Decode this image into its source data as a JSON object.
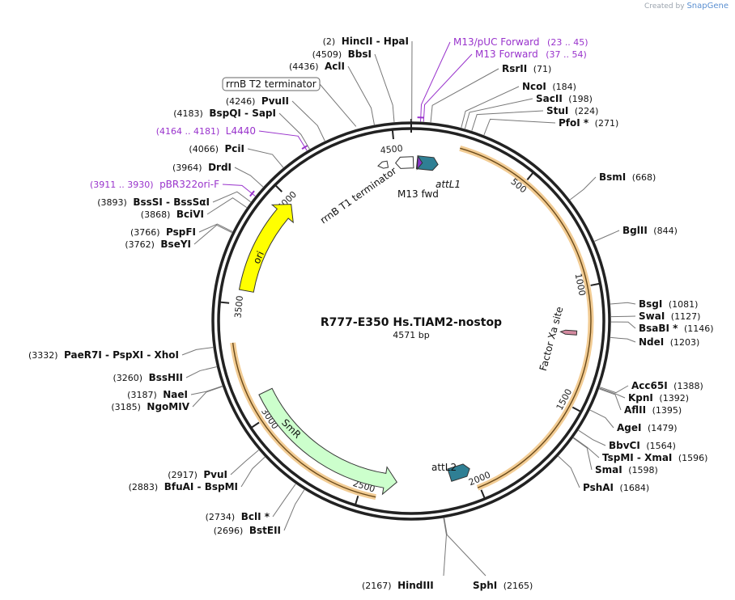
{
  "credit": {
    "prefix": "Created by",
    "brand": "SnapGene"
  },
  "plasmid": {
    "name": "R777-E350 Hs.TIAM2-nostop",
    "size_label": "4571 bp",
    "length": 4571
  },
  "ticks": [
    {
      "pos": 500,
      "label": "500"
    },
    {
      "pos": 1000,
      "label": "1000"
    },
    {
      "pos": 1500,
      "label": "1500"
    },
    {
      "pos": 2000,
      "label": "2000"
    },
    {
      "pos": 2500,
      "label": "2500"
    },
    {
      "pos": 3000,
      "label": "3000"
    },
    {
      "pos": 3500,
      "label": "3500"
    },
    {
      "pos": 4000,
      "label": "4000"
    },
    {
      "pos": 4500,
      "label": "4500"
    }
  ],
  "primers_right": [
    {
      "name": "M13/pUC Forward",
      "range": "(23 .. 45)",
      "pos": 34
    },
    {
      "name": "M13 Forward",
      "range": "(37 .. 54)",
      "pos": 45
    }
  ],
  "sites_right": [
    {
      "name": "RsrII",
      "pos": "(71)",
      "num": 71
    },
    {
      "name": "NcoI",
      "pos": "(184)",
      "num": 184
    },
    {
      "name": "SacII",
      "pos": "(198)",
      "num": 198
    },
    {
      "name": "StuI",
      "pos": "(224)",
      "num": 224
    },
    {
      "name": "PfoI *",
      "pos": "(271)",
      "num": 271
    },
    {
      "name": "BsmI",
      "pos": "(668)",
      "num": 668
    },
    {
      "name": "BglII",
      "pos": "(844)",
      "num": 844
    },
    {
      "name": "BsgI",
      "pos": "(1081)",
      "num": 1081
    },
    {
      "name": "SwaI",
      "pos": "(1127)",
      "num": 1127
    },
    {
      "name": "BsaBI *",
      "pos": "(1146)",
      "num": 1146
    },
    {
      "name": "NdeI",
      "pos": "(1203)",
      "num": 1203
    },
    {
      "name": "Acc65I",
      "pos": "(1388)",
      "num": 1388
    },
    {
      "name": "KpnI",
      "pos": "(1392)",
      "num": 1392
    },
    {
      "name": "AflII",
      "pos": "(1395)",
      "num": 1395
    },
    {
      "name": "AgeI",
      "pos": "(1479)",
      "num": 1479
    },
    {
      "name": "BbvCI",
      "pos": "(1564)",
      "num": 1564
    },
    {
      "name": "TspMI - XmaI",
      "pos": "(1596)",
      "num": 1596
    },
    {
      "name": "SmaI",
      "pos": "(1598)",
      "num": 1598
    },
    {
      "name": "PshAI",
      "pos": "(1684)",
      "num": 1684
    }
  ],
  "sites_bottom": [
    {
      "name": "HindIII",
      "pos": "(2167)",
      "num": 2167
    },
    {
      "name": "SphI",
      "pos": "(2165)",
      "num": 2165
    }
  ],
  "sites_left": [
    {
      "name": "HincII - HpaI",
      "pos": "(2)",
      "num": 2
    },
    {
      "name": "BbsI",
      "pos": "(4509)",
      "num": 4509
    },
    {
      "name": "AclI",
      "pos": "(4436)",
      "num": 4436
    },
    {
      "name": "PvuII",
      "pos": "(4246)",
      "num": 4246
    },
    {
      "name": "BspQI - SapI",
      "pos": "(4183)",
      "num": 4183
    },
    {
      "name": "PciI",
      "pos": "(4066)",
      "num": 4066
    },
    {
      "name": "DrdI",
      "pos": "(3964)",
      "num": 3964
    },
    {
      "name": "BssSI - BssSαI",
      "pos": "(3893)",
      "num": 3893
    },
    {
      "name": "BciVI",
      "pos": "(3868)",
      "num": 3868
    },
    {
      "name": "PspFI",
      "pos": "(3766)",
      "num": 3766
    },
    {
      "name": "BseYI",
      "pos": "(3762)",
      "num": 3762
    },
    {
      "name": "PaeR7I - PspXI - XhoI",
      "pos": "(3332)",
      "num": 3332
    },
    {
      "name": "BssHII",
      "pos": "(3260)",
      "num": 3260
    },
    {
      "name": "NaeI",
      "pos": "(3187)",
      "num": 3187
    },
    {
      "name": "NgoMIV",
      "pos": "(3185)",
      "num": 3185
    },
    {
      "name": "PvuI",
      "pos": "(2917)",
      "num": 2917
    },
    {
      "name": "BfuAI - BspMI",
      "pos": "(2883)",
      "num": 2883
    },
    {
      "name": "BclI *",
      "pos": "(2734)",
      "num": 2734
    },
    {
      "name": "BstEII",
      "pos": "(2696)",
      "num": 2696
    }
  ],
  "primers_left": [
    {
      "name": "L4440",
      "range": "(4164 .. 4181)",
      "pos": 4172
    },
    {
      "name": "pBR322ori-F",
      "range": "(3911 .. 3930)",
      "pos": 3920
    }
  ],
  "boxed_feature": {
    "name": "rrnB T2 terminator",
    "pos": 4370
  },
  "features": {
    "rrnB_T1": "rrnB T1 terminator",
    "M13fwd": "M13 fwd",
    "attL1": "attL1",
    "attL2": "attL2",
    "factorXa": "Factor Xa site",
    "ori": "ori",
    "SmR": "SmR"
  },
  "colors": {
    "backbone": "#222222",
    "insert": "#e8a33d",
    "ori": "#ffff00",
    "smr": "#ccffcc",
    "att": "#2f7f94",
    "primer": "#9933cc",
    "m13": "#8833cc",
    "factorXa": "#d48aa0"
  }
}
